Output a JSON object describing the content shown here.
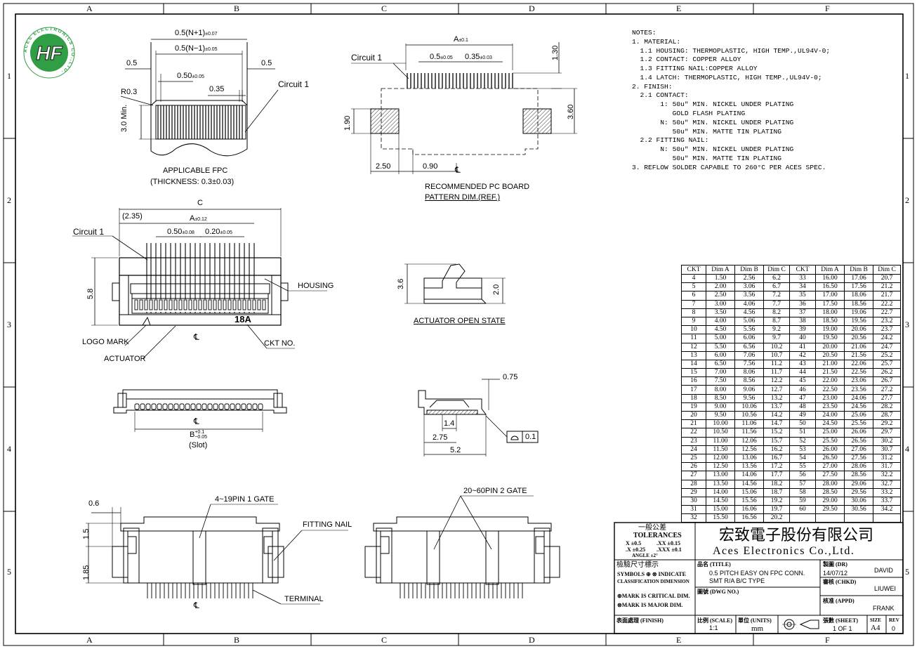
{
  "frame": {
    "columns": [
      "A",
      "B",
      "C",
      "D",
      "E",
      "F"
    ],
    "rows": [
      "1",
      "2",
      "3",
      "4",
      "5"
    ]
  },
  "logo": {
    "text": "HF",
    "ring_text": "ACES ELECTRONICS CO.,LTD.",
    "color": "#2f9e44"
  },
  "fpc": {
    "dim_total": "0.5(N+1)",
    "dim_total_tol": "±0.07",
    "dim_inner": "0.5(N−1)",
    "dim_inner_tol": "±0.05",
    "dim_left": "0.5",
    "dim_right": "0.5",
    "dim_pitch": "0.50",
    "dim_pitch_tol": "±0.05",
    "dim_width": "0.35",
    "dim_radius": "R0.3",
    "dim_len": "3.0 Min.",
    "circuit": "Circuit 1",
    "caption1": "APPLICABLE FPC",
    "caption2": "(THICKNESS: 0.3±0.03)"
  },
  "pcb": {
    "circuit": "Circuit 1",
    "dim_a": "A",
    "dim_a_tol": "±0.1",
    "dim_pitch": "0.5",
    "dim_pitch_tol": "±0.05",
    "dim_pad": "0.35",
    "dim_pad_tol": "±0.03",
    "dim_130": "1.30",
    "dim_190": "1.90",
    "dim_360": "3.60",
    "dim_250": "2.50",
    "dim_090": "0.90",
    "caption1": "RECOMMENDED PC BOARD",
    "caption2": "PATTERN DIM.(REF.)"
  },
  "top_view": {
    "dim_c": "C",
    "dim_235": "(2.35)",
    "dim_a": "A",
    "dim_a_tol": "±0.12",
    "dim_pitch": "0.50",
    "dim_pitch_tol": "±0.08",
    "dim_width": "0.20",
    "dim_width_tol": "±0.05",
    "dim_58": "5.8",
    "circuit": "Circuit 1",
    "housing": "HOUSING",
    "ckt_mark": "18A",
    "logo_mark": "LOGO MARK",
    "ckt_no": "CKT NO.",
    "actuator": "ACTUATOR"
  },
  "actuator_open": {
    "dim_36": "3.6",
    "dim_20": "2.0",
    "caption": "ACTUATOR OPEN STATE"
  },
  "front_view": {
    "dim_b": "B",
    "dim_b_tol_up": "+0.1",
    "dim_b_tol_dn": "−0.05",
    "slot": "(Slot)"
  },
  "side_view": {
    "dim_075": "0.75",
    "dim_14": "1.4",
    "dim_275": "2.75",
    "dim_52": "5.2",
    "flatness": "0.1"
  },
  "bottom_left": {
    "dim_06": "0.6",
    "dim_15": "1.5",
    "dim_185": "1.85",
    "gate": "4~19PIN 1 GATE",
    "fitting_nail": "FITTING NAIL",
    "terminal": "TERMINAL"
  },
  "bottom_right": {
    "gate": "20~60PIN 2 GATE"
  },
  "notes": [
    "NOTES:",
    "1. MATERIAL:",
    "  1.1 HOUSING: THERMOPLASTIC, HIGH TEMP.,UL94V-0;",
    "  1.2 CONTACT: COPPER ALLOY",
    "  1.3 FITTING NAIL:COPPER ALLOY",
    "  1.4 LATCH: THERMOPLASTIC, HIGH TEMP.,UL94V-0;",
    "2. FINISH:",
    "  2.1 CONTACT:",
    "       1: 50u\" MIN. NICKEL UNDER PLATING",
    "          GOLD FLASH PLATING",
    "       N: 50u\" MIN. NICKEL UNDER PLATING",
    "          50u\" MIN. MATTE TIN PLATING",
    "  2.2 FITTING NAIL:",
    "       N: 50u\" MIN. NICKEL UNDER PLATING",
    "          50u\" MIN. MATTE TIN PLATING",
    "3. REFLOW SOLDER CAPABLE TO 260°C PER ACES SPEC."
  ],
  "table": {
    "headers": [
      "CKT",
      "Dim A",
      "Dim B",
      "Dim C",
      "CKT",
      "Dim A",
      "Dim B",
      "Dim C"
    ],
    "rows": [
      [
        "4",
        "1.50",
        "2.56",
        "6.2",
        "33",
        "16.00",
        "17.06",
        "20.7"
      ],
      [
        "5",
        "2.00",
        "3.06",
        "6.7",
        "34",
        "16.50",
        "17.56",
        "21.2"
      ],
      [
        "6",
        "2.50",
        "3.56",
        "7.2",
        "35",
        "17.00",
        "18.06",
        "21.7"
      ],
      [
        "7",
        "3.00",
        "4.06",
        "7.7",
        "36",
        "17.50",
        "18.56",
        "22.2"
      ],
      [
        "8",
        "3.50",
        "4.56",
        "8.2",
        "37",
        "18.00",
        "19.06",
        "22.7"
      ],
      [
        "9",
        "4.00",
        "5.06",
        "8.7",
        "38",
        "18.50",
        "19.56",
        "23.2"
      ],
      [
        "10",
        "4.50",
        "5.56",
        "9.2",
        "39",
        "19.00",
        "20.06",
        "23.7"
      ],
      [
        "11",
        "5.00",
        "6.06",
        "9.7",
        "40",
        "19.50",
        "20.56",
        "24.2"
      ],
      [
        "12",
        "5.50",
        "6.56",
        "10.2",
        "41",
        "20.00",
        "21.06",
        "24.7"
      ],
      [
        "13",
        "6.00",
        "7.06",
        "10.7",
        "42",
        "20.50",
        "21.56",
        "25.2"
      ],
      [
        "14",
        "6.50",
        "7.56",
        "11.2",
        "43",
        "21.00",
        "22.06",
        "25.7"
      ],
      [
        "15",
        "7.00",
        "8.06",
        "11.7",
        "44",
        "21.50",
        "22.56",
        "26.2"
      ],
      [
        "16",
        "7.50",
        "8.56",
        "12.2",
        "45",
        "22.00",
        "23.06",
        "26.7"
      ],
      [
        "17",
        "8.00",
        "9.06",
        "12.7",
        "46",
        "22.50",
        "23.56",
        "27.2"
      ],
      [
        "18",
        "8.50",
        "9.56",
        "13.2",
        "47",
        "23.00",
        "24.06",
        "27.7"
      ],
      [
        "19",
        "9.00",
        "10.06",
        "13.7",
        "48",
        "23.50",
        "24.56",
        "28.2"
      ],
      [
        "20",
        "9.50",
        "10.56",
        "14.2",
        "49",
        "24.00",
        "25.06",
        "28.7"
      ],
      [
        "21",
        "10.00",
        "11.06",
        "14.7",
        "50",
        "24.50",
        "25.56",
        "29.2"
      ],
      [
        "22",
        "10.50",
        "11.56",
        "15.2",
        "51",
        "25.00",
        "26.06",
        "29.7"
      ],
      [
        "23",
        "11.00",
        "12.06",
        "15.7",
        "52",
        "25.50",
        "26.56",
        "30.2"
      ],
      [
        "24",
        "11.50",
        "12.56",
        "16.2",
        "53",
        "26.00",
        "27.06",
        "30.7"
      ],
      [
        "25",
        "12.00",
        "13.06",
        "16.7",
        "54",
        "26.50",
        "27.56",
        "31.2"
      ],
      [
        "26",
        "12.50",
        "13.56",
        "17.2",
        "55",
        "27.00",
        "28.06",
        "31.7"
      ],
      [
        "27",
        "13.00",
        "14.06",
        "17.7",
        "56",
        "27.50",
        "28.56",
        "32.2"
      ],
      [
        "28",
        "13.50",
        "14.56",
        "18.2",
        "57",
        "28.00",
        "29.06",
        "32.7"
      ],
      [
        "29",
        "14.00",
        "15.06",
        "18.7",
        "58",
        "28.50",
        "29.56",
        "33.2"
      ],
      [
        "30",
        "14.50",
        "15.56",
        "19.2",
        "59",
        "29.00",
        "30.06",
        "33.7"
      ],
      [
        "31",
        "15.00",
        "16.06",
        "19.7",
        "60",
        "29.50",
        "30.56",
        "34.2"
      ],
      [
        "32",
        "15.50",
        "16.56",
        "20.2",
        "",
        "",
        "",
        ""
      ]
    ]
  },
  "title_block": {
    "tol_cn": "一般公差",
    "tol_en": "TOLERANCES",
    "tol_1a": "X  ±0.5",
    "tol_1b": ".XX ±0.15",
    "tol_2a": ".X ±0.25",
    "tol_2b": ".XXX ±0.1",
    "tol_3": "ANGLE    ±2°",
    "inspect": "檢驗尺寸標示",
    "symbols": "SYMBOLS",
    "indicate": "INDICATE",
    "classification": "CLASSIFICATION DIMENSION",
    "critical": "MARK IS CRITICAL DIM.",
    "major": "MARK IS MAJOR DIM.",
    "finish_label": "表面處理 (FINISH)",
    "company_cn": "宏致電子股份有限公司",
    "company_en": "Aces Electronics Co.,Ltd.",
    "title_label": "品名 (TITLE)",
    "title_1": "0.5 PITCH EASY ON FPC CONN.",
    "title_2": "SMT R/A B/C TYPE",
    "dwg_label": "圖號 (DWG NO.)",
    "scale_label": "比例 (SCALE)",
    "scale": "1:1",
    "units_label": "單位 (UNITS)",
    "units": "mm",
    "dr_label": "製圖 (DR)",
    "dr_name": "DAVID",
    "date": "14/07/12",
    "chkd_label": "審核 (CHKD)",
    "chkd_name": "LIUWEI",
    "appd_label": "核准 (APPD)",
    "appd_name": "FRANK",
    "sheet_label": "張數 (SHEET)",
    "sheet": "1 OF 1",
    "size_label": "SIZE",
    "size": "A4",
    "rev_label": "REV",
    "rev": "0"
  }
}
